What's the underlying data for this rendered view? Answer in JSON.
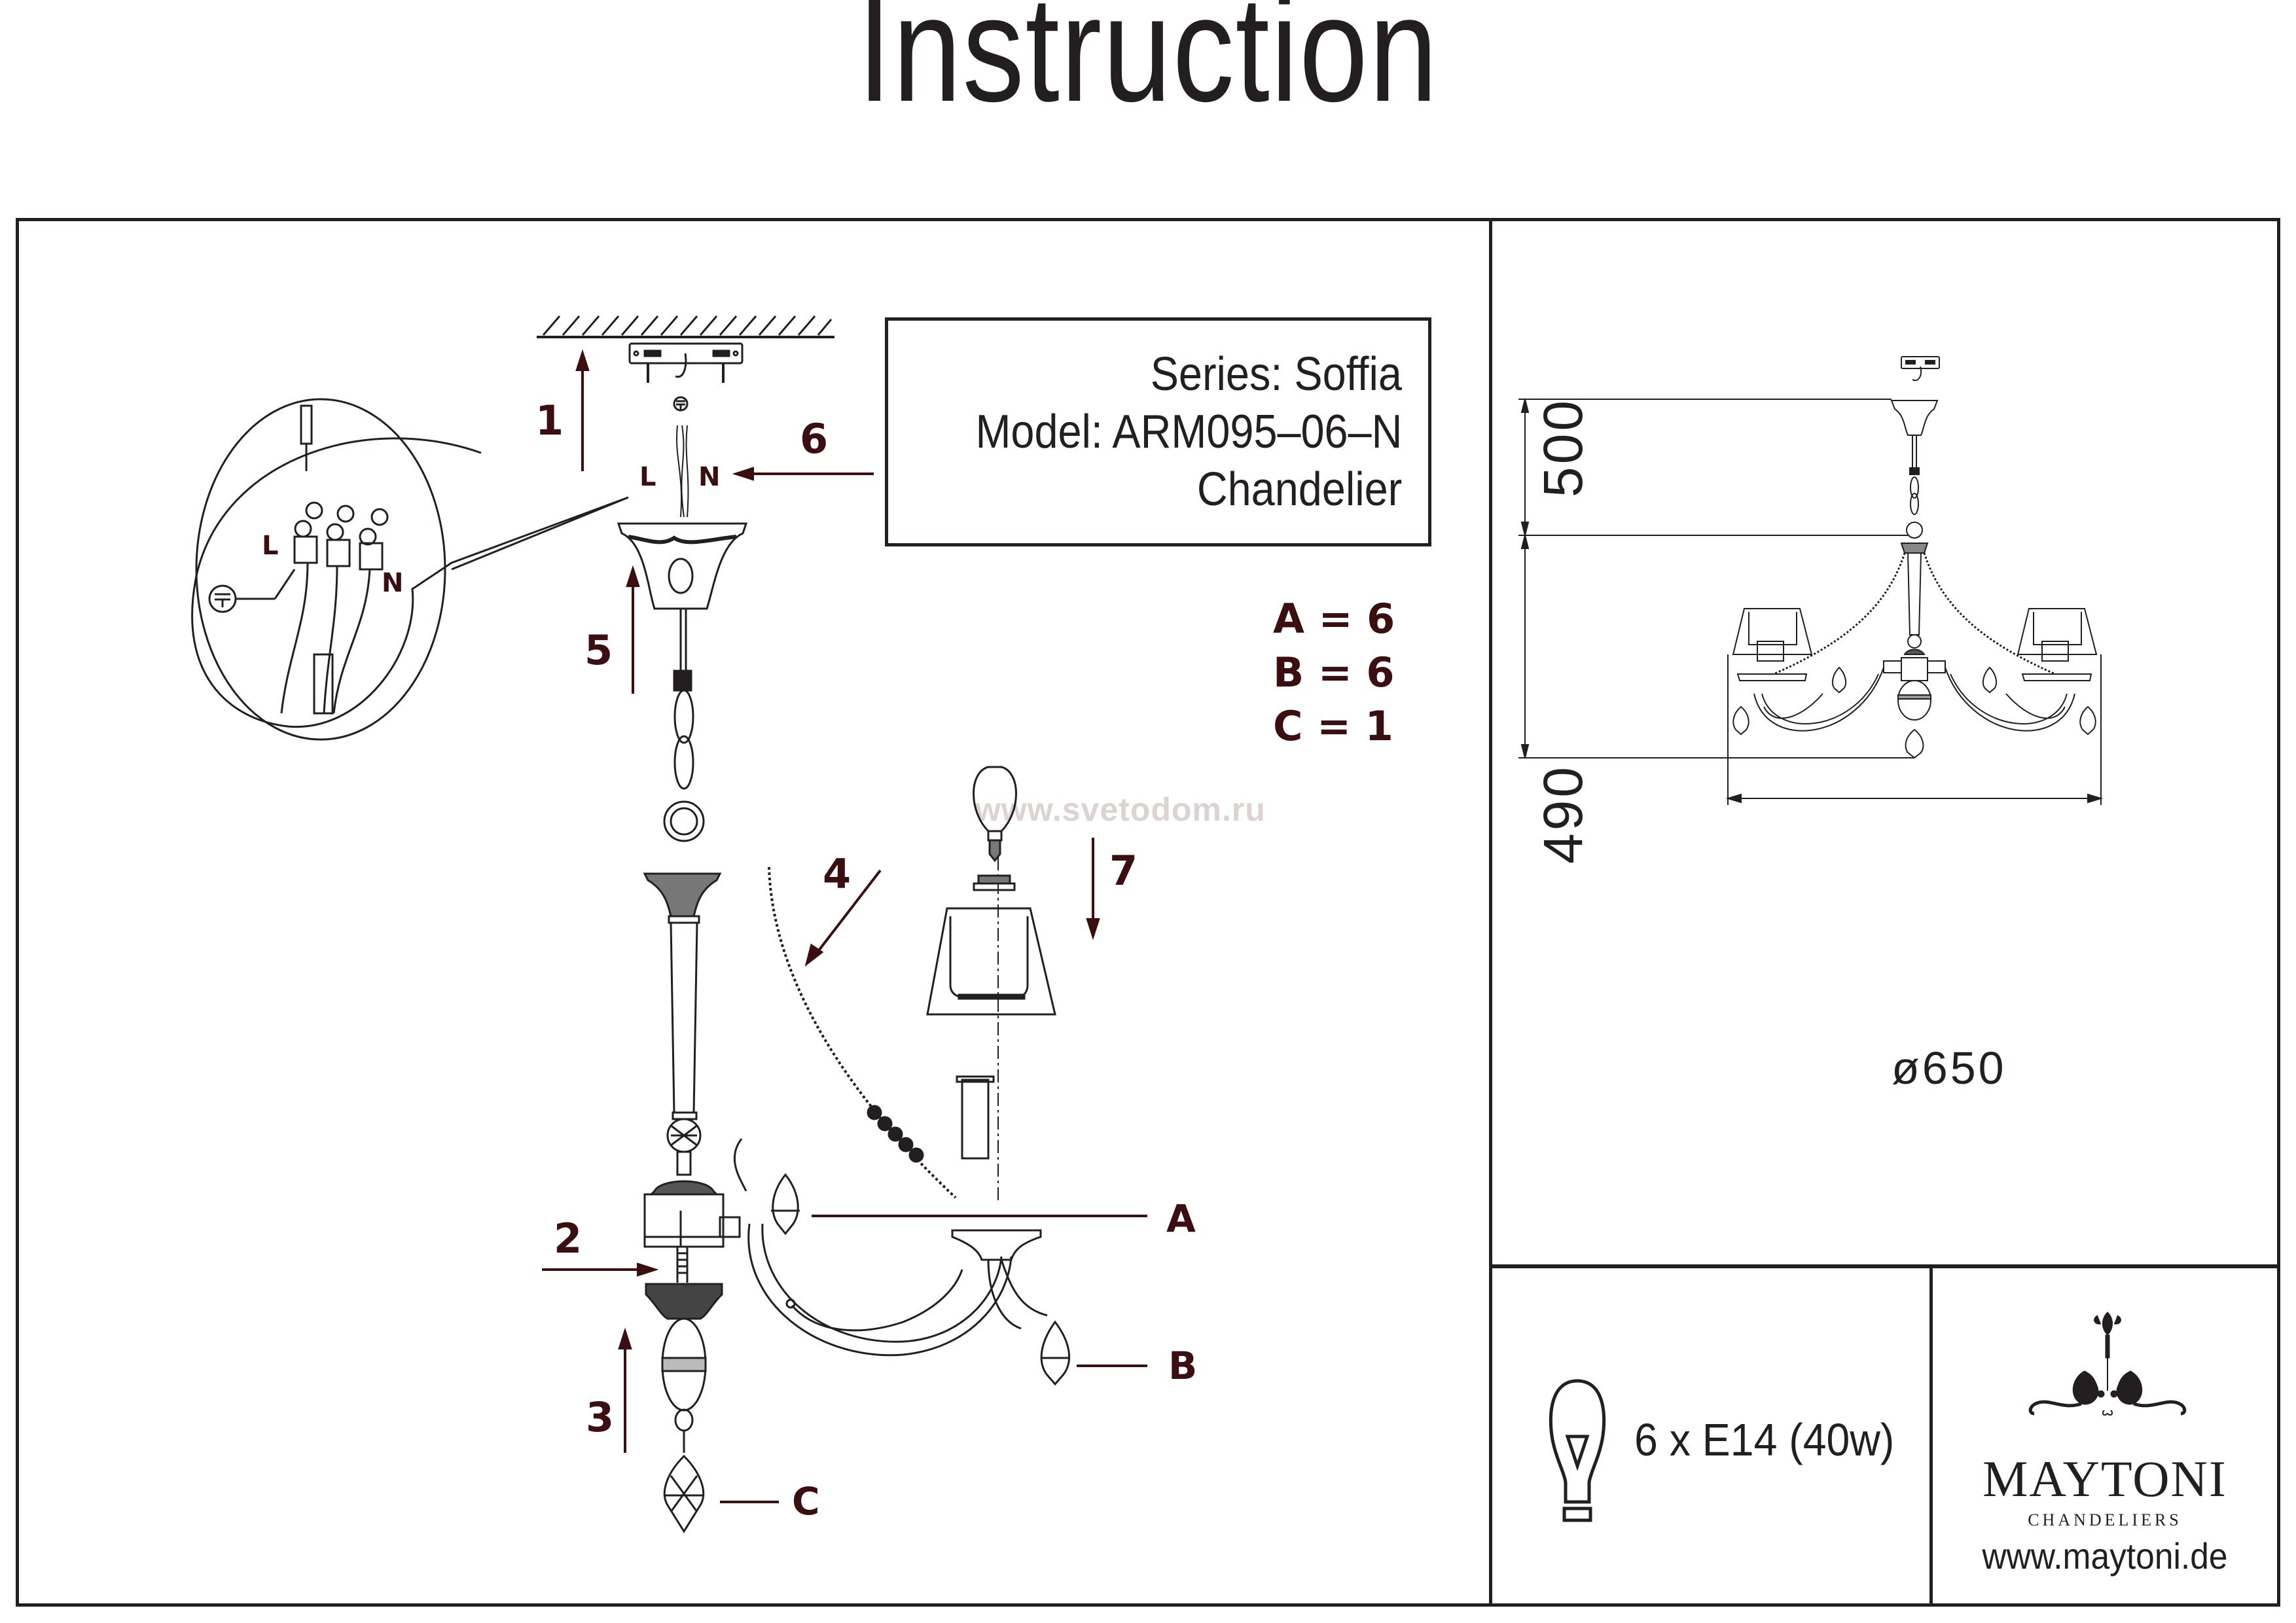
{
  "header": {
    "title": "Instruction"
  },
  "product_info": {
    "series": "Series: Soffia",
    "model": "Model: ARM095–06–N",
    "type": "Chandelier"
  },
  "assembly": {
    "steps": [
      {
        "label": "1",
        "action": "mount-bracket-to-ceiling"
      },
      {
        "label": "2",
        "action": "attach-body"
      },
      {
        "label": "3",
        "action": "attach-bottom-ball"
      },
      {
        "label": "4",
        "action": "attach-bead-chains"
      },
      {
        "label": "5",
        "action": "raise-canopy"
      },
      {
        "label": "6",
        "action": "connect-wires"
      },
      {
        "label": "7",
        "action": "install-shade-and-bulb"
      }
    ],
    "wiring": {
      "live": "L",
      "neutral": "N",
      "ground_icon": "ground-symbol-icon"
    },
    "parts_count": [
      {
        "part": "A",
        "text": "A = 6"
      },
      {
        "part": "B",
        "text": "B = 6"
      },
      {
        "part": "C",
        "text": "C = 1"
      }
    ],
    "part_labels": [
      "A",
      "B",
      "C"
    ]
  },
  "dimensions": {
    "chain_length": "500",
    "body_height": "490",
    "diameter": "ø650"
  },
  "lamp": {
    "icon": "light-bulb-icon",
    "spec": "6 x E14 (40w)"
  },
  "brand": {
    "name": "MAYTONI",
    "subtitle": "CHANDELIERS",
    "url": "www.maytoni.de",
    "logo_icon": "chandelier-ornament-icon"
  },
  "watermark": "www.svetodom.ru",
  "colors": {
    "ink": "#231f20",
    "accent": "#3b0e10",
    "watermark": "#ddd3d3"
  }
}
